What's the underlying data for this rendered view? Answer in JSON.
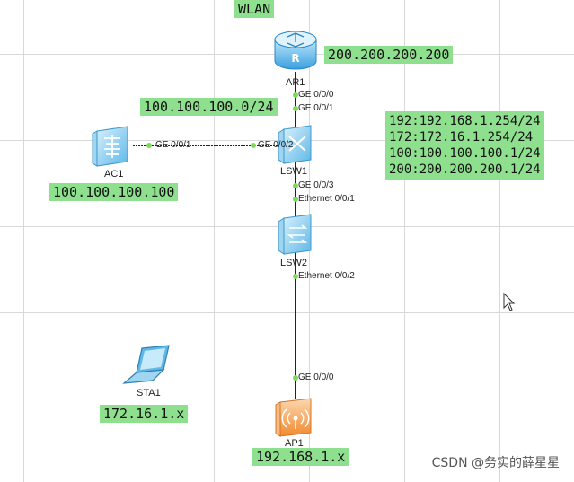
{
  "title": "WLAN",
  "devices": {
    "ar1": {
      "label": "AR1",
      "ip": "200.200.200.200"
    },
    "lsw1": {
      "label": "LSW1"
    },
    "lsw2": {
      "label": "LSW2"
    },
    "ac1": {
      "label": "AC1",
      "ip": "100.100.100.100"
    },
    "ap1": {
      "label": "AP1",
      "ip": "192.168.1.x"
    },
    "sta1": {
      "label": "STA1",
      "ip": "172.16.1.x"
    }
  },
  "network_label": "100.100.100.0/24",
  "vlanif_lines": [
    "192:192.168.1.254/24",
    "172:172.16.1.254/24",
    "100:100.100.100.1/24",
    "200:200.200.200.1/24"
  ],
  "ports": {
    "ar1_down": "GE 0/0/0",
    "lsw1_up": "GE 0/0/1",
    "ac1_port": "GE 0/0/1",
    "lsw1_left": "GE 0/0/2",
    "lsw1_down": "GE 0/0/3",
    "lsw2_up": "Ethernet 0/0/1",
    "lsw2_down": "Ethernet 0/0/2",
    "ap1_up": "GE 0/0/0"
  },
  "colors": {
    "label_bg": "#8ee08e",
    "link": "#222222",
    "port_dot": "#7ed957",
    "router": "#3aa0e0",
    "switch": "#5fb8e8",
    "ap": "#f29a45"
  },
  "icons": {
    "ar1": "router-icon",
    "lsw1": "switch-icon",
    "lsw2": "switch-icon",
    "ac1": "access-controller-icon",
    "ap1": "access-point-icon",
    "sta1": "laptop-icon"
  },
  "watermark": "CSDN @务实的薛星星"
}
